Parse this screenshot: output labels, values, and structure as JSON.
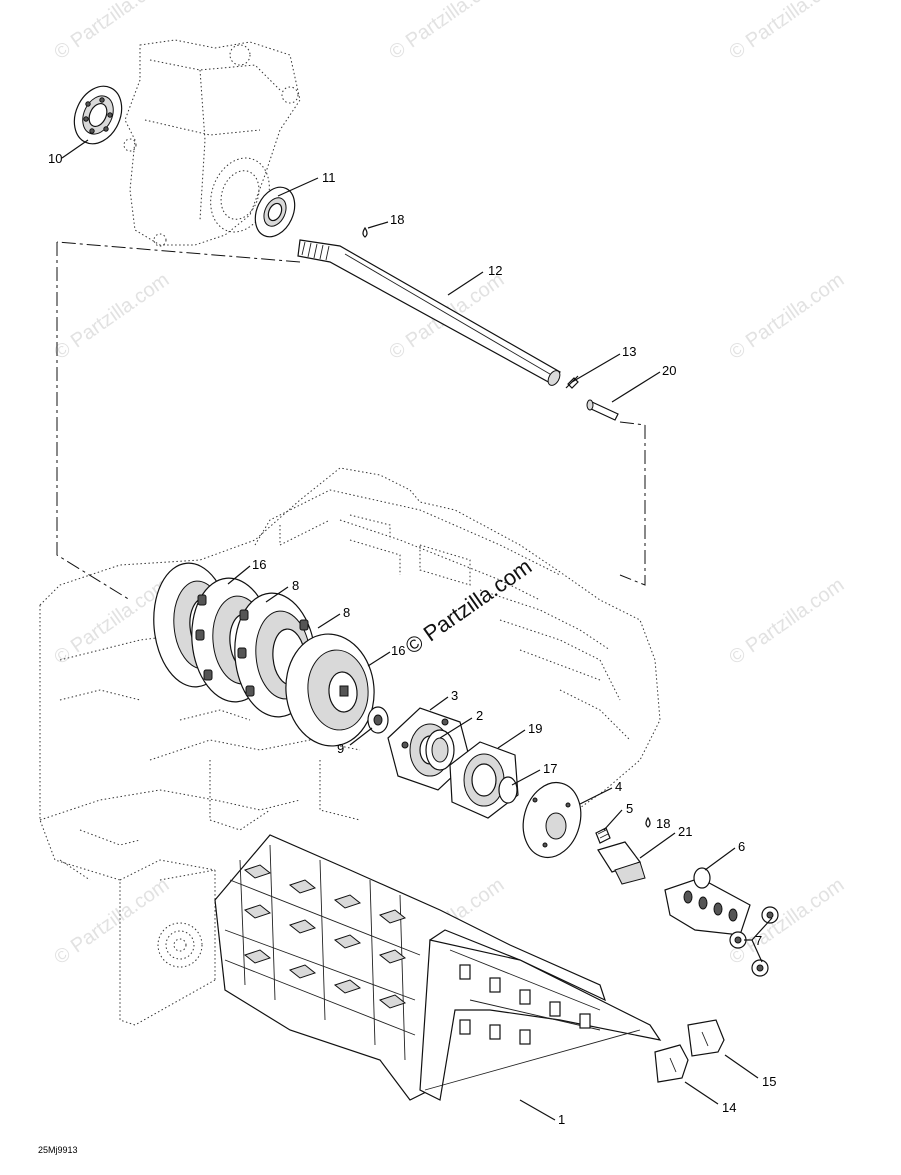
{
  "diagram": {
    "figure_code": "25Mj9913",
    "watermark": "© Partzilla.com",
    "callouts": [
      "1",
      "2",
      "3",
      "4",
      "5",
      "6",
      "7",
      "8",
      "8",
      "9",
      "10",
      "11",
      "12",
      "13",
      "14",
      "15",
      "16",
      "16",
      "17",
      "18",
      "18",
      "19",
      "20",
      "21"
    ]
  }
}
